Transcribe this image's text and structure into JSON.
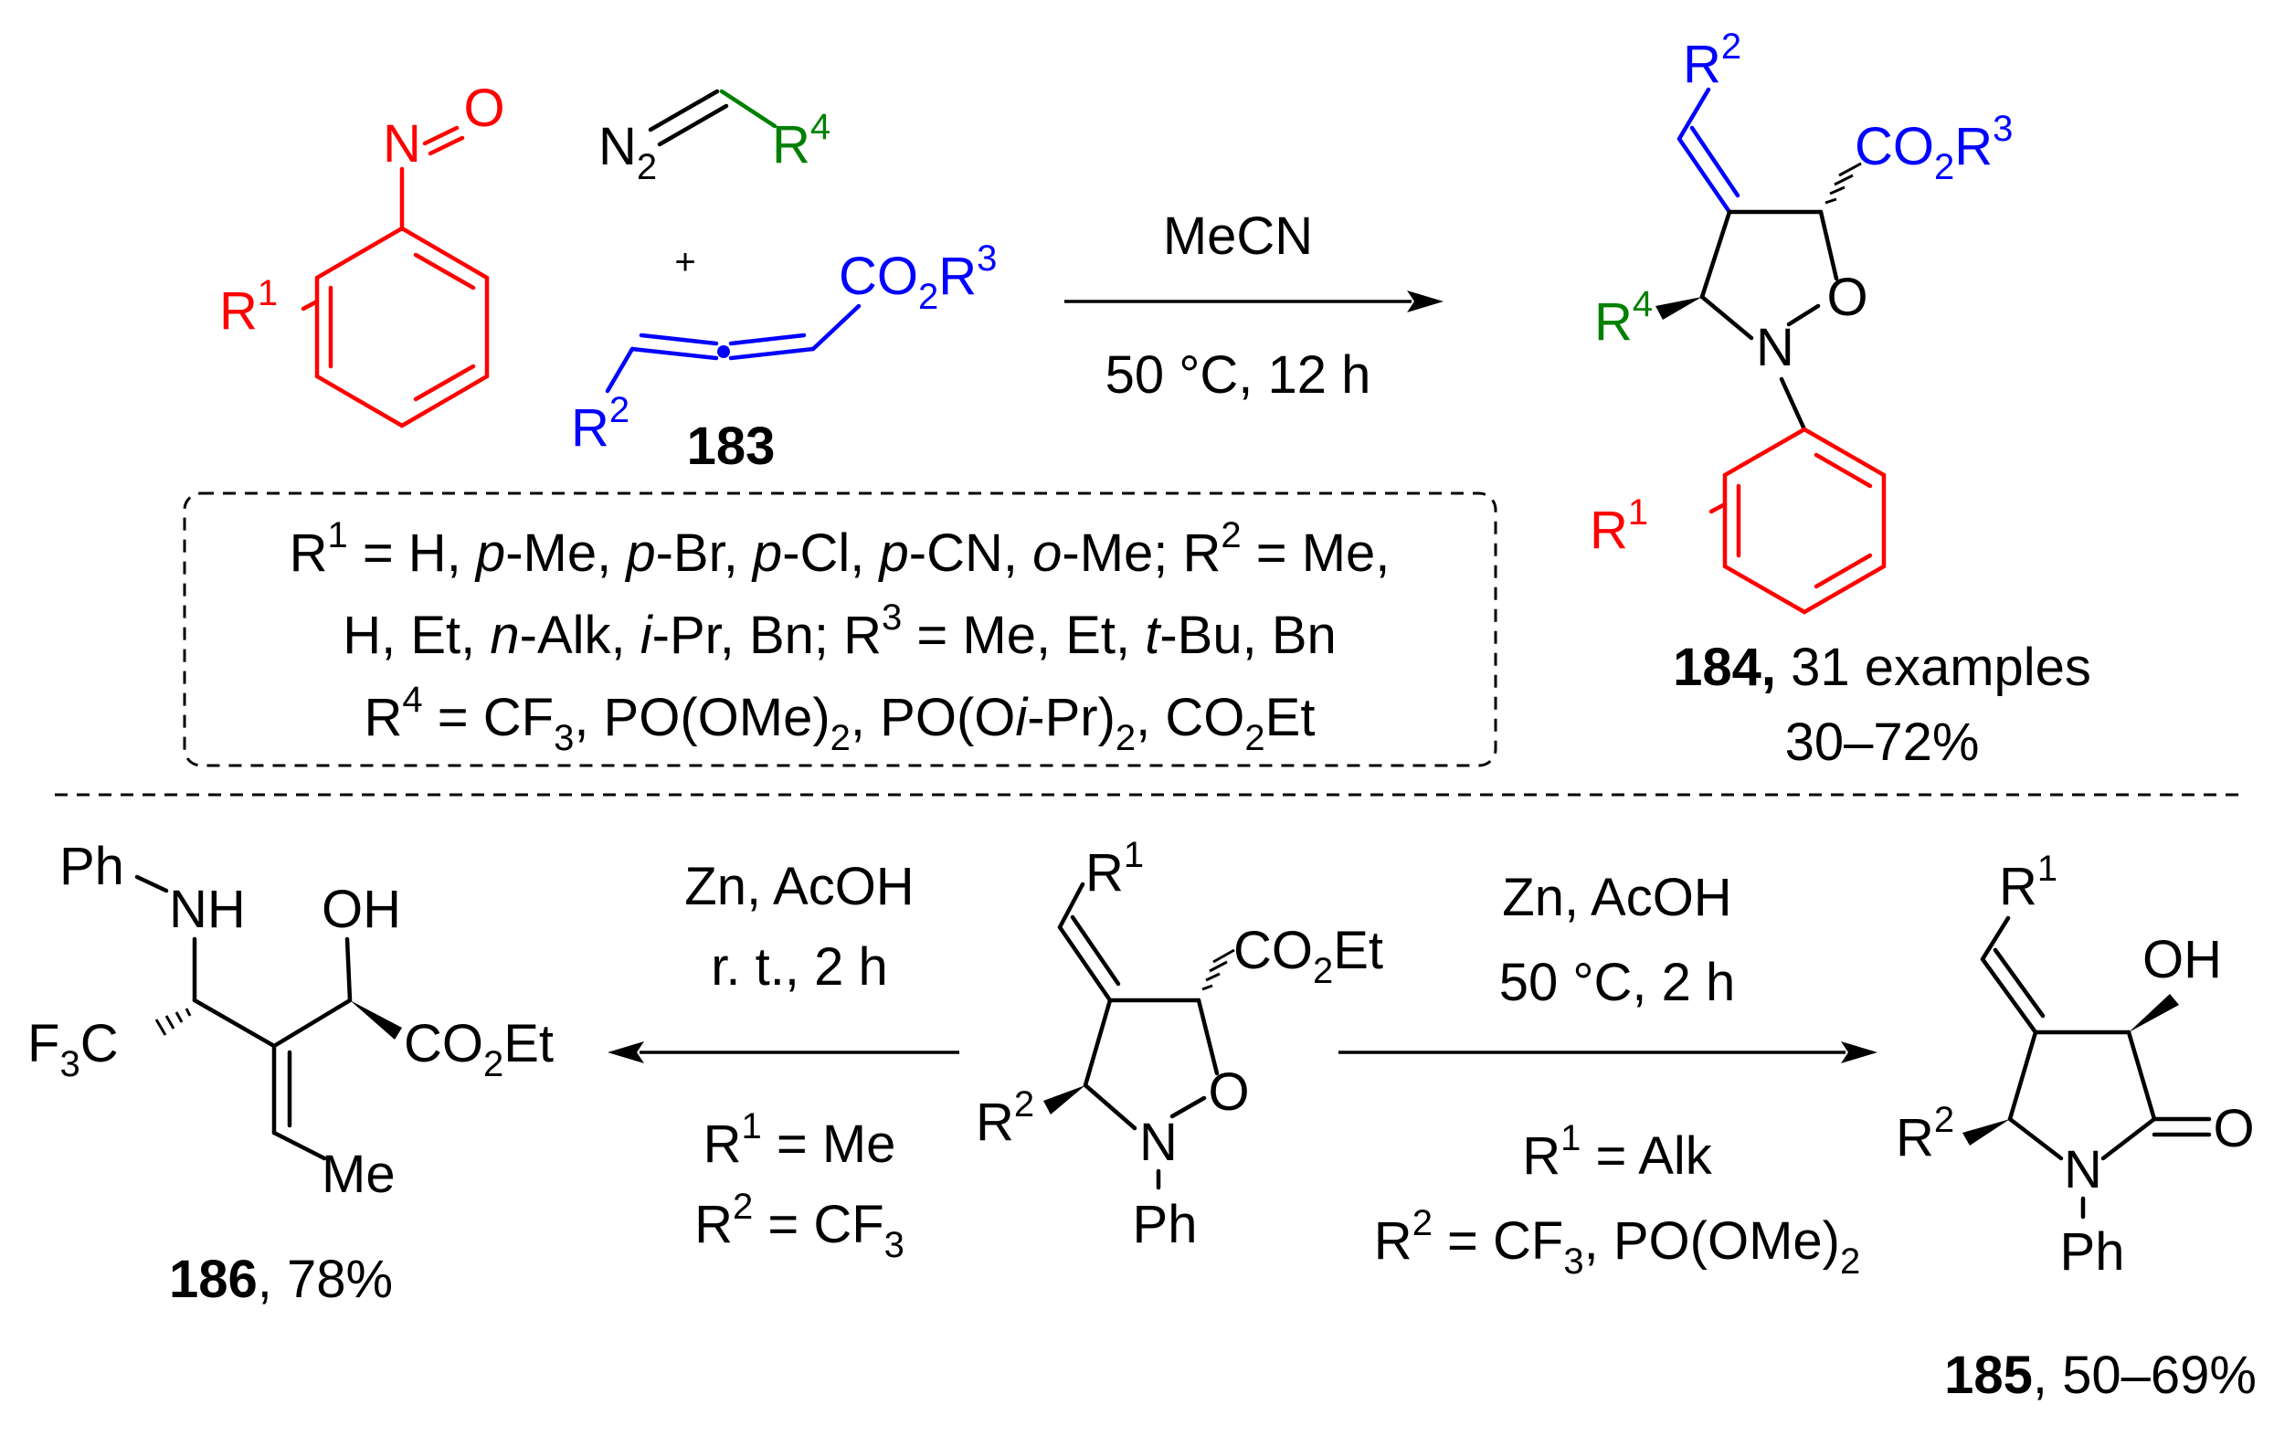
{
  "reactants": {
    "nitroso_n": "N",
    "nitroso_o": "O",
    "r1_letter": "R",
    "r1_sup": "1",
    "diazo_n": "N",
    "diazo_n_sub": "2",
    "r4_letter": "R",
    "r4_sup": "4",
    "plus": "+",
    "allene_co": "CO",
    "allene_co_sub": "2",
    "allene_r3": "R",
    "allene_r3_sup": "3",
    "allene_r2": "R",
    "allene_r2_sup": "2",
    "allene_compound": "183"
  },
  "arrow_top": {
    "above": "MeCN",
    "below": "50 °C, 12 h"
  },
  "product_184": {
    "r2": "R",
    "r2_sup": "2",
    "co": "CO",
    "co_sub": "2",
    "r3": "R",
    "r3_sup": "3",
    "r4": "R",
    "r4_sup": "4",
    "o": "O",
    "n": "N",
    "r1": "R",
    "r1_sup": "1",
    "compound": "184,",
    "examples": " 31 examples",
    "yield": "30–72%"
  },
  "substituents": {
    "line1": {
      "r1": "R",
      "r1_sup": "1",
      "t1": " = H, ",
      "p1": "p",
      "t2": "-Me, ",
      "p2": "p",
      "t3": "-Br, ",
      "p3": "p",
      "t4": "-Cl, ",
      "p4": "p",
      "t5": "-CN, ",
      "o1": "o",
      "t6": "-Me; ",
      "r2": "R",
      "r2_sup": "2",
      "t7": " = Me,"
    },
    "line2": {
      "t1": "H, Et, ",
      "n1": "n",
      "t2": "-Alk, ",
      "i1": "i",
      "t3": "-Pr, Bn; ",
      "r3": "R",
      "r3_sup": "3",
      "t4": " = Me, Et, ",
      "tb": "t",
      "t5": "-Bu, Bn"
    },
    "line3": {
      "r4": "R",
      "r4_sup": "4",
      "t1": " = CF",
      "s1": "3",
      "t2": ", PO(OMe)",
      "s2": "2",
      "t3": ", PO(O",
      "i1": "i",
      "t4": "-Pr)",
      "s3": "2",
      "t5": ", CO",
      "s4": "2",
      "t6": "Et"
    }
  },
  "bottom_center": {
    "r1": "R",
    "r1_sup": "1",
    "co": "CO",
    "co_sub": "2",
    "et": "Et",
    "r2": "R",
    "r2_sup": "2",
    "o": "O",
    "n": "N",
    "ph": "Ph"
  },
  "arrow_left": {
    "above1": "Zn, AcOH",
    "above2": "r. t., 2 h",
    "below1_r": "R",
    "below1_sup": "1",
    "below1_t": " = Me",
    "below2_r": "R",
    "below2_sup": "2",
    "below2_t": " = CF",
    "below2_sub": "3"
  },
  "arrow_right": {
    "above1": "Zn, AcOH",
    "above2": "50 °C, 2 h",
    "below1_r": "R",
    "below1_sup": "1",
    "below1_t": " = Alk",
    "below2_r": "R",
    "below2_sup": "2",
    "below2_t": " = CF",
    "below2_sub1": "3",
    "below2_t2": ", PO(OMe)",
    "below2_sub2": "2"
  },
  "product_186": {
    "ph": "Ph",
    "nh": "NH",
    "oh": "OH",
    "f": "F",
    "f_sub": "3",
    "c": "C",
    "co": "CO",
    "co_sub": "2",
    "et": "Et",
    "me": "Me",
    "compound": "186",
    "yield": ", 78%"
  },
  "product_185": {
    "r1": "R",
    "r1_sup": "1",
    "oh": "OH",
    "r2": "R",
    "r2_sup": "2",
    "o": "O",
    "n": "N",
    "ph": "Ph",
    "compound": "185",
    "yield": ", 50–69%"
  }
}
